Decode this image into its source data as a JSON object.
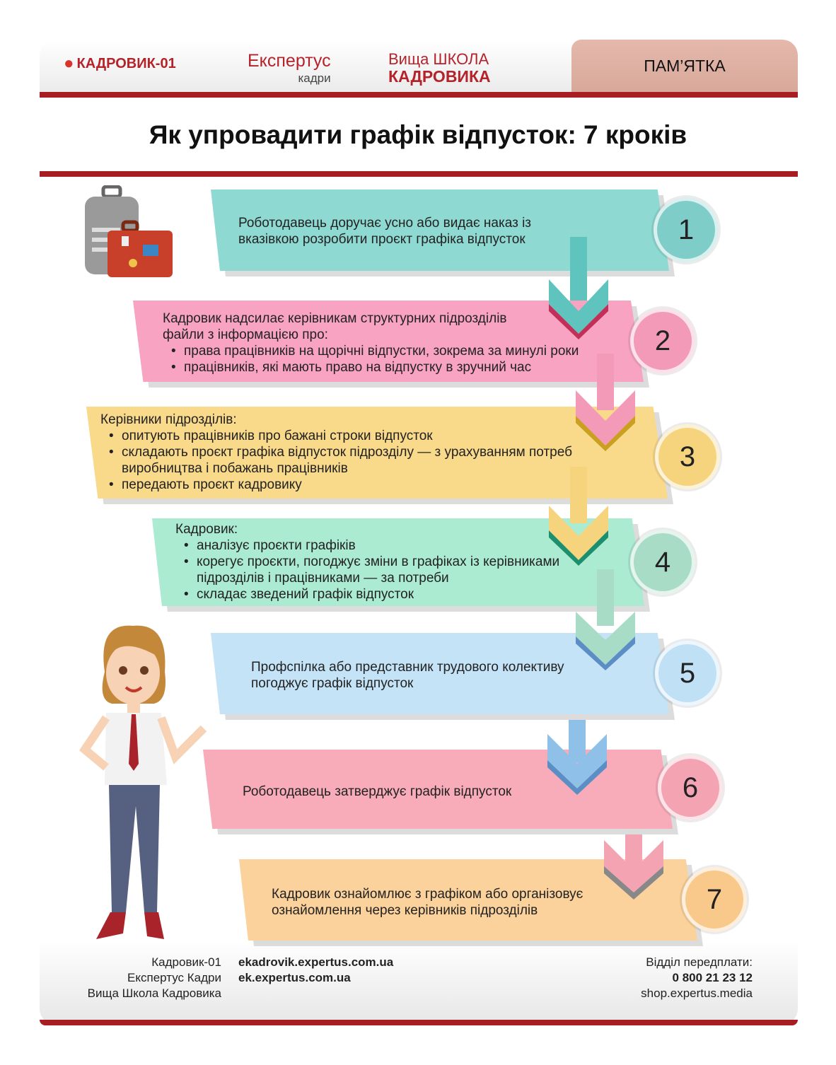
{
  "header": {
    "logo_kadrovik": "КАДРОВИК-01",
    "logo_expertus": "Експертус",
    "logo_expertus_sub": "кадри",
    "logo_school_top": "Вища ШКОЛА",
    "logo_school_bottom": "КАДРОВИКА",
    "badge": "ПАМ’ЯТКА"
  },
  "title": "Як упровадити графік відпусток:  7 кроків",
  "steps": [
    {
      "number": "1",
      "color": "#8fd9d3",
      "circle": "#7fcdc8",
      "intro": "Роботодавець доручає усно або видає наказ із вказівкою розробити проєкт графіка відпусток",
      "bullets": []
    },
    {
      "number": "2",
      "color": "#f9a3c2",
      "circle": "#f29ab8",
      "intro": "Кадровик надсилає керівникам структурних підрозділів файли з інформацією про:",
      "bullets": [
        "права працівників на щорічні відпустки, зокрема за минулі роки",
        "працівників, які мають право на відпустку в зручний час"
      ]
    },
    {
      "number": "3",
      "color": "#f9d98a",
      "circle": "#f6d47d",
      "intro": "Керівники підрозділів:",
      "bullets": [
        "опитують працівників про бажані строки відпусток",
        "складають проєкт графіка відпусток підрозділу — з урахуванням потреб виробництва і побажань працівників",
        "передають проєкт кадровику"
      ]
    },
    {
      "number": "4",
      "color": "#aaebd2",
      "circle": "#a9dcc6",
      "intro": "Кадровик:",
      "bullets": [
        "аналізує проєкти графіків",
        "корегує проєкти, погоджує зміни в графіках із керівниками підрозділів і працівниками — за потреби",
        "складає зведений графік відпусток"
      ]
    },
    {
      "number": "5",
      "color": "#c4e3f7",
      "circle": "#bfe0f5",
      "intro": "Профспілка або представник трудового колективу погоджує графік відпусток",
      "bullets": []
    },
    {
      "number": "6",
      "color": "#f8abb9",
      "circle": "#f3a3b2",
      "intro": "Роботодавець затверджує графік відпусток",
      "bullets": []
    },
    {
      "number": "7",
      "color": "#fbd29c",
      "circle": "#f9c98b",
      "intro": "Кадровик ознайомлює з графіком або організовує ознайомлення через керівників підрозділів",
      "bullets": []
    }
  ],
  "footer": {
    "names": [
      "Кадровик-01",
      "Експертус Кадри",
      "Вища Школа Кадровика"
    ],
    "sites": [
      "ekadrovik.expertus.com.ua",
      "ek.expertus.com.ua"
    ],
    "sub_label": "Відділ передплати:",
    "phone": "0 800 21 23 12",
    "shop": "shop.expertus.media"
  }
}
